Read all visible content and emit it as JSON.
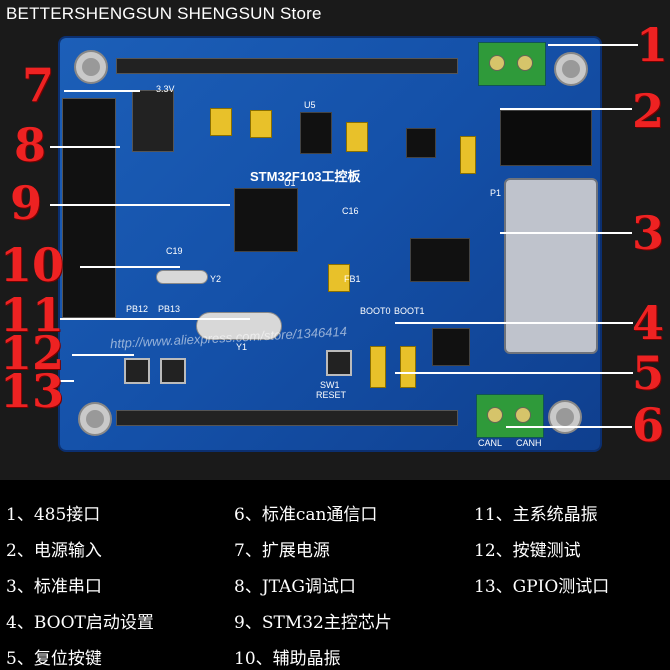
{
  "store": "BETTERSHENGSUN SHENGSUN Store",
  "board_title": "STM32F103工控板",
  "silk": {
    "u1": "U1",
    "u5": "U5",
    "p1": "P1",
    "y1": "Y1",
    "y2": "Y2",
    "sw1": "SW1",
    "reset": "RESET",
    "pb12": "PB12",
    "pb13": "PB13",
    "canl": "CANL",
    "canh": "CANH",
    "v33": "3.3V",
    "boot0": "BOOT0",
    "boot1": "BOOT1",
    "c16": "C16",
    "c19": "C19",
    "fb1": "FB1"
  },
  "callouts": [
    "1",
    "2",
    "3",
    "4",
    "5",
    "6",
    "7",
    "8",
    "9",
    "10",
    "11",
    "12",
    "13"
  ],
  "legend": [
    {
      "n": "1、",
      "text": "485接口"
    },
    {
      "n": "2、",
      "text": "电源输入"
    },
    {
      "n": "3、",
      "text": "标准串口"
    },
    {
      "n": "4、",
      "text": "BOOT启动设置"
    },
    {
      "n": "5、",
      "text": "复位按键"
    },
    {
      "n": "6、",
      "text": "标准can通信口"
    },
    {
      "n": "7、",
      "text": "扩展电源"
    },
    {
      "n": "8、",
      "text": "JTAG调试口"
    },
    {
      "n": "9、",
      "text": "STM32主控芯片"
    },
    {
      "n": "10、",
      "text": "辅助晶振"
    },
    {
      "n": "11、",
      "text": "主系统晶振"
    },
    {
      "n": "12、",
      "text": "按键测试"
    },
    {
      "n": "13、",
      "text": "GPIO测试口"
    }
  ],
  "watermark": "http://www.aliexpress.com/store/1346414",
  "colors": {
    "board": "#1450a8",
    "callout": "#e22222",
    "terminal": "#2f9a3a"
  }
}
